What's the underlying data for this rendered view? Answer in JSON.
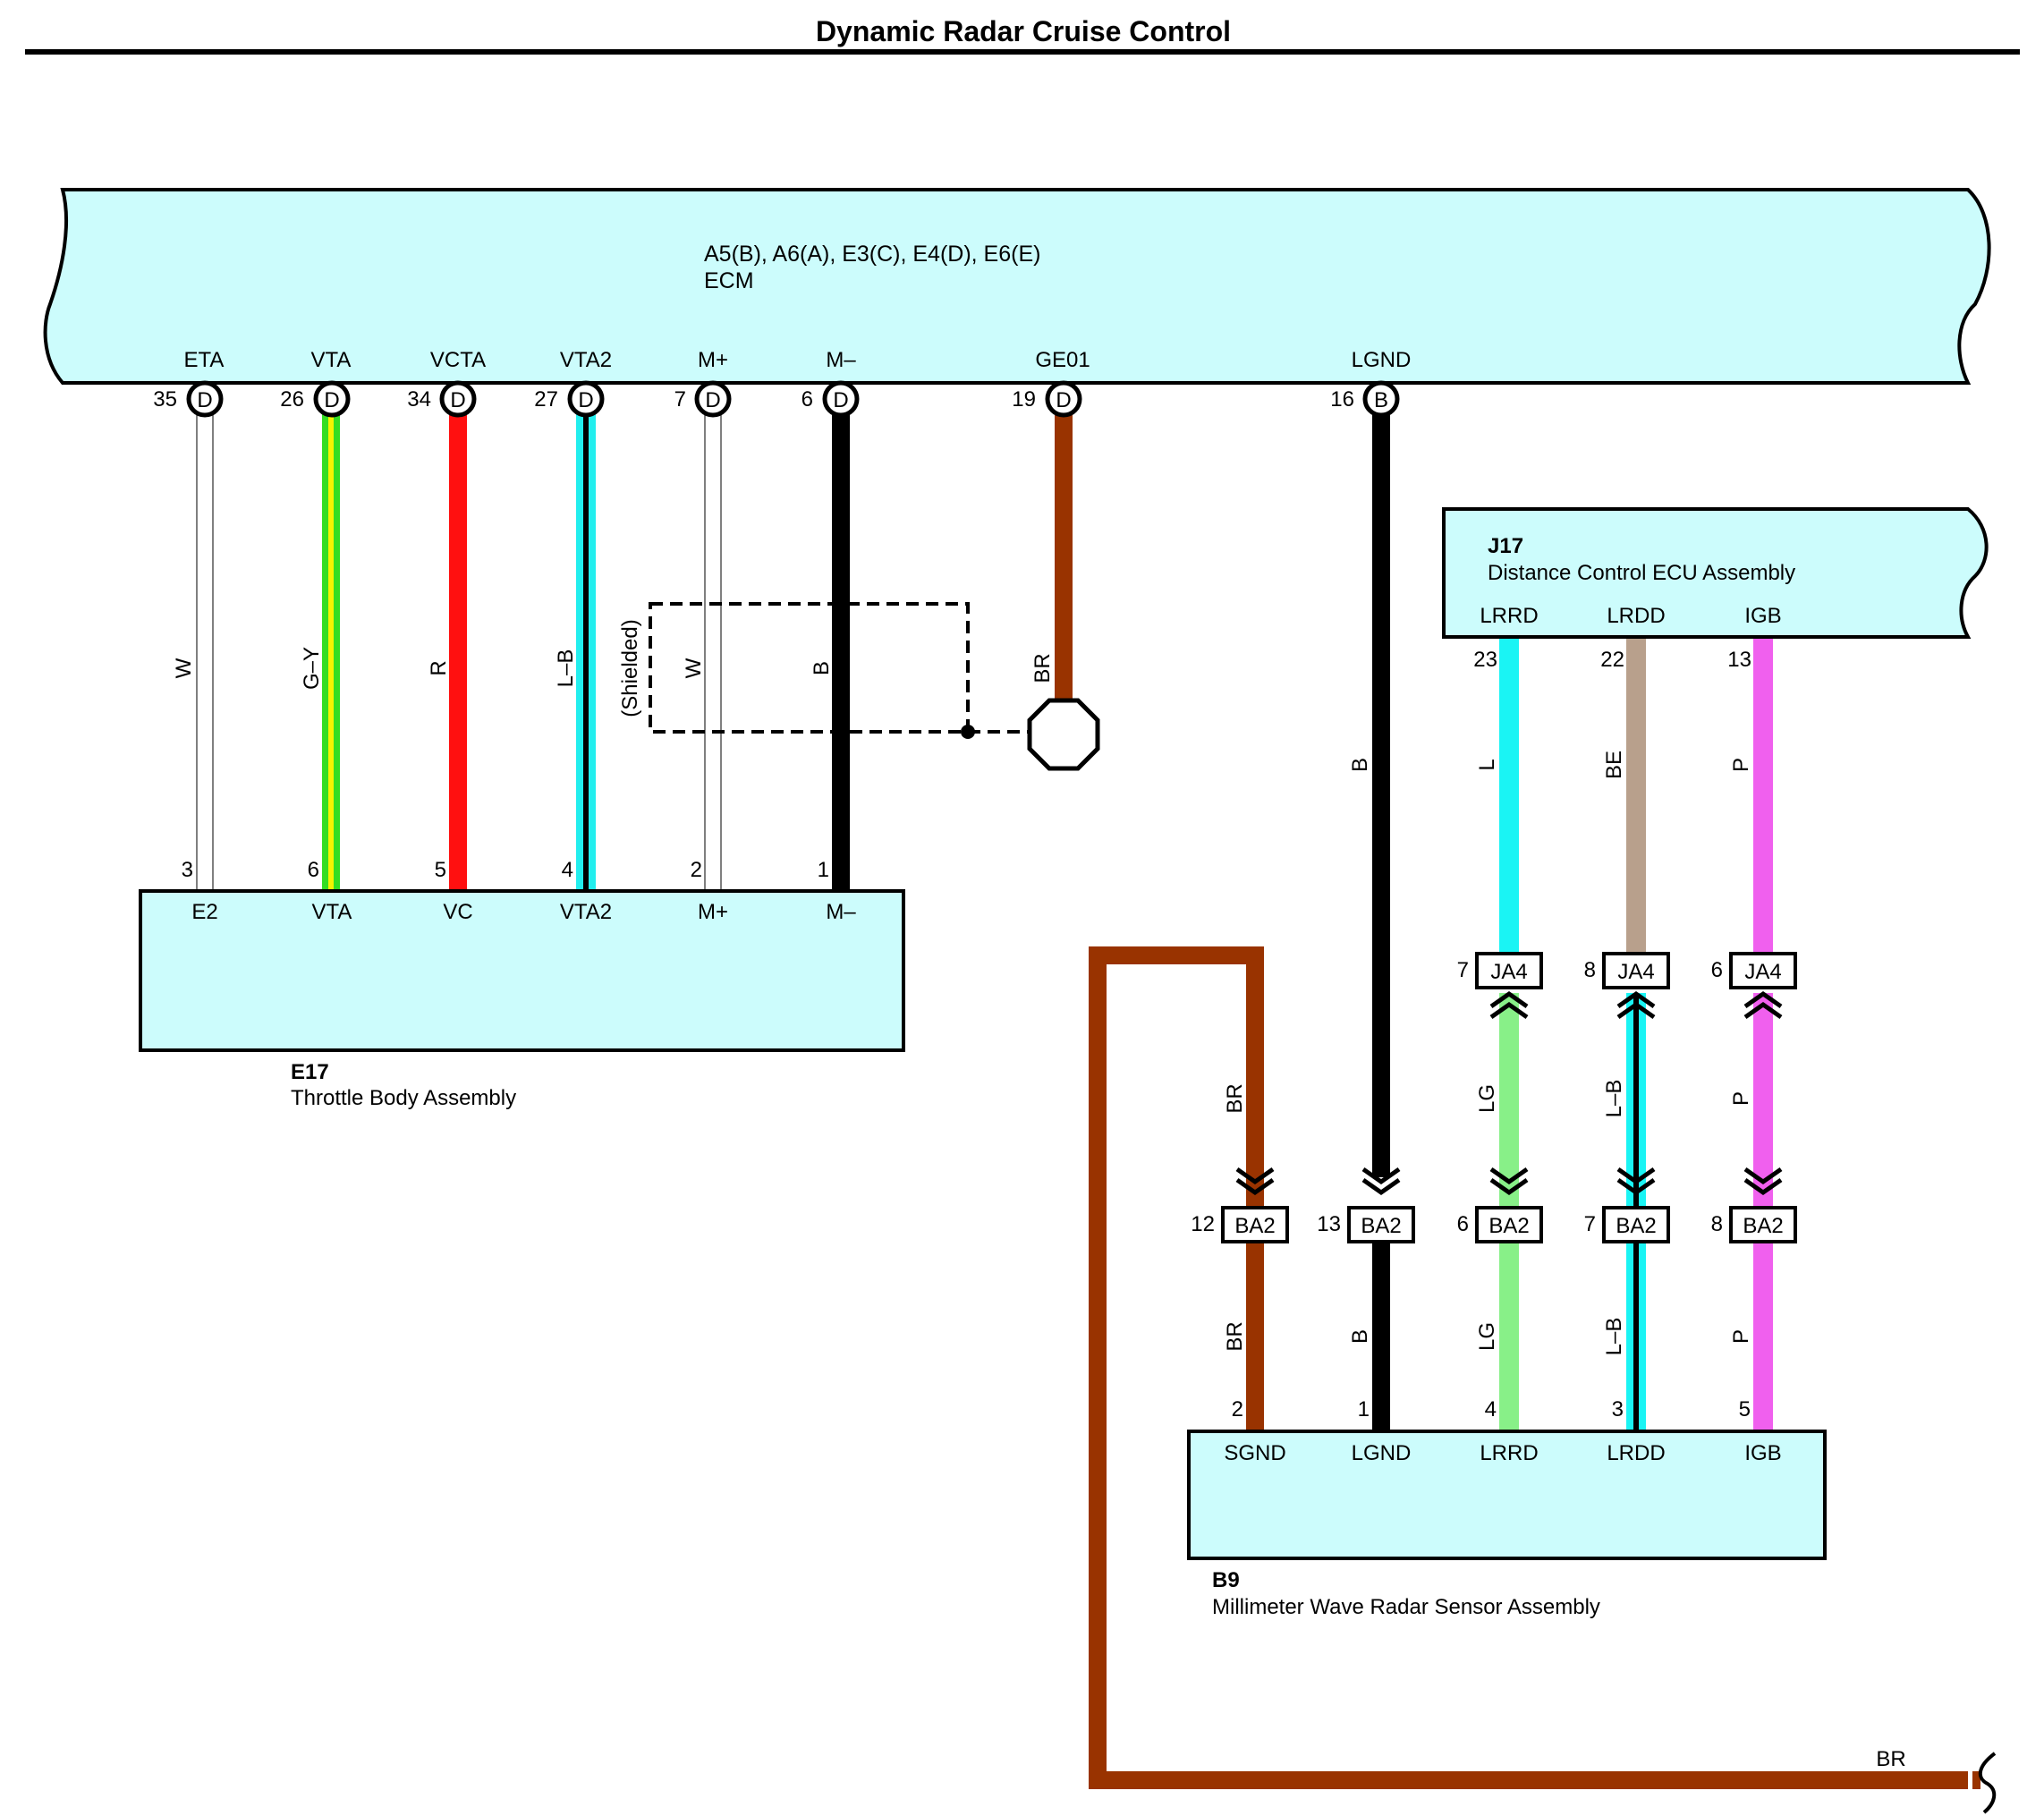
{
  "title": "Dynamic Radar Cruise Control",
  "ecm": {
    "connectors": "A5(B), A6(A), E3(C), E4(D), E6(E)",
    "name": "ECM",
    "pins": [
      {
        "label": "ETA",
        "num": "35",
        "conn": "D"
      },
      {
        "label": "VTA",
        "num": "26",
        "conn": "D"
      },
      {
        "label": "VCTA",
        "num": "34",
        "conn": "D"
      },
      {
        "label": "VTA2",
        "num": "27",
        "conn": "D"
      },
      {
        "label": "M+",
        "num": "7",
        "conn": "D"
      },
      {
        "label": "M–",
        "num": "6",
        "conn": "D"
      },
      {
        "label": "GE01",
        "num": "19",
        "conn": "D"
      },
      {
        "label": "LGND",
        "num": "16",
        "conn": "B"
      }
    ]
  },
  "throttle": {
    "code": "E17",
    "name": "Throttle Body Assembly",
    "pins": [
      {
        "label": "E2",
        "num": "3"
      },
      {
        "label": "VTA",
        "num": "6"
      },
      {
        "label": "VC",
        "num": "5"
      },
      {
        "label": "VTA2",
        "num": "4"
      },
      {
        "label": "M+",
        "num": "2"
      },
      {
        "label": "M–",
        "num": "1"
      }
    ]
  },
  "ecu": {
    "code": "J17",
    "name": "Distance Control ECU Assembly",
    "pins": [
      {
        "label": "LRRD",
        "num": "23"
      },
      {
        "label": "LRDD",
        "num": "22"
      },
      {
        "label": "IGB",
        "num": "13"
      }
    ]
  },
  "radar": {
    "code": "B9",
    "name": "Millimeter Wave Radar Sensor Assembly",
    "pins": [
      {
        "label": "SGND",
        "num": "2"
      },
      {
        "label": "LGND",
        "num": "1"
      },
      {
        "label": "LRRD",
        "num": "4"
      },
      {
        "label": "LRDD",
        "num": "3"
      },
      {
        "label": "IGB",
        "num": "5"
      }
    ]
  },
  "shield_label": "(Shielded)",
  "wires": {
    "left": [
      "W",
      "G–Y",
      "R",
      "L–B",
      "W",
      "B"
    ],
    "ge01": "BR",
    "lgnd": "B",
    "ecu_upper": [
      "L",
      "BE",
      "P"
    ],
    "ecu_lower": [
      "LG",
      "L–B",
      "P"
    ],
    "ba2_lower": [
      "BR",
      "B",
      "LG",
      "L–B",
      "P"
    ],
    "sgnd_upper": "BR",
    "bottom": "BR"
  },
  "ja4": {
    "name": "JA4",
    "pins": [
      "7",
      "8",
      "6"
    ]
  },
  "ba2": {
    "name": "BA2",
    "pins": [
      "12",
      "13",
      "6",
      "7",
      "8"
    ]
  },
  "colors": {
    "box_fill": "#ccfcfc",
    "white": "#ffffff",
    "green": "#33dd22",
    "yellow": "#f4f400",
    "red": "#ff1010",
    "cyan": "#1af4f4",
    "light_cyan": "#22eeee",
    "black": "#000000",
    "brown": "#993300",
    "beige": "#b8a08c",
    "pink": "#f060ee",
    "light_green": "#88f088"
  }
}
